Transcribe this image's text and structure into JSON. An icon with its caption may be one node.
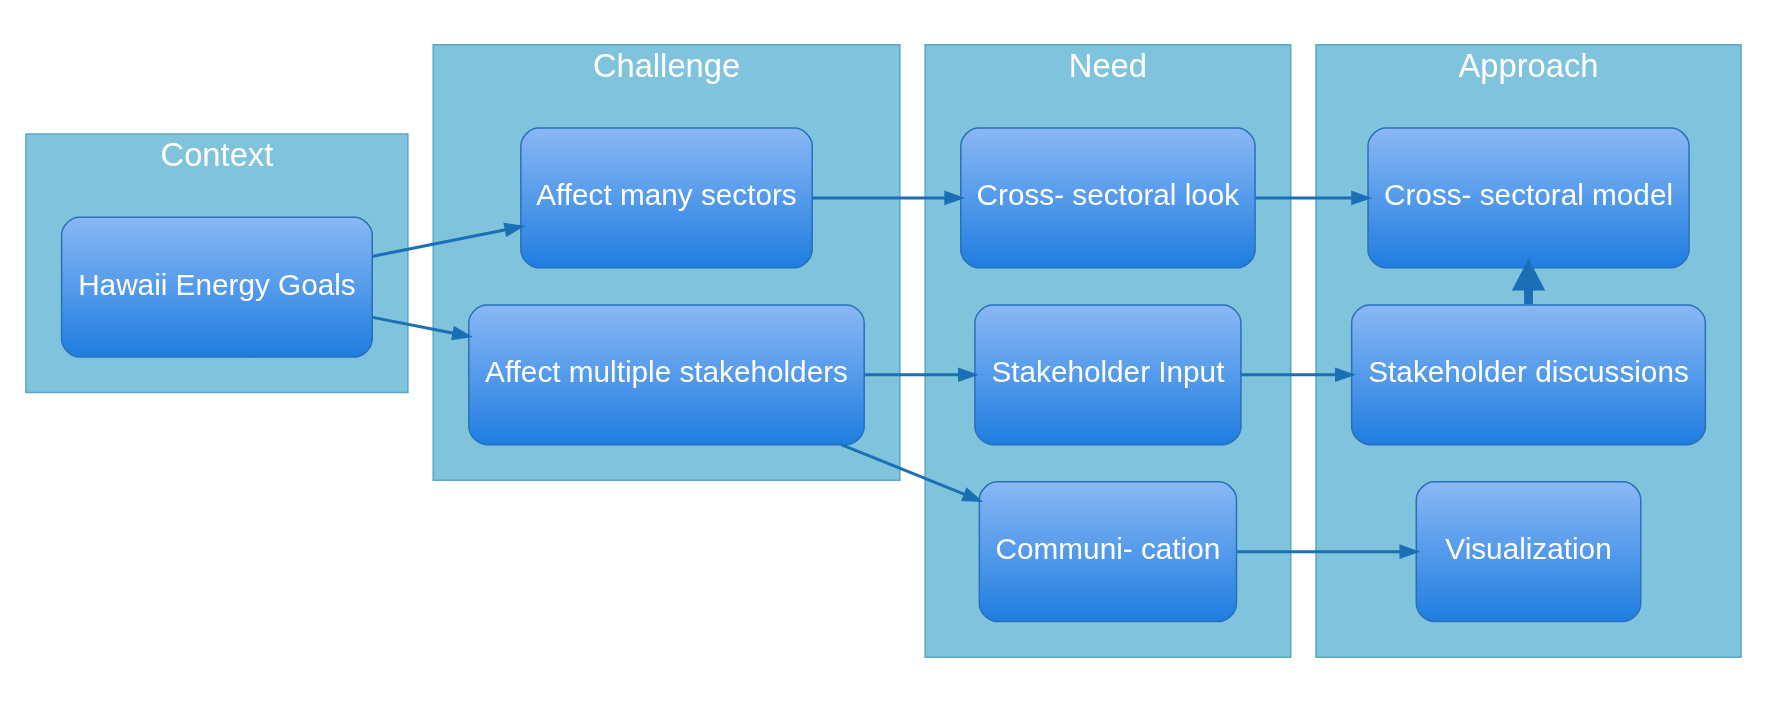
{
  "diagram": {
    "nodes": [
      {
        "text": [
          "Context"
        ]
      },
      {
        "text": [
          "Hawaii Energy Goals"
        ],
        "in": 0
      },
      {
        "text": [
          "Challenge"
        ]
      },
      {
        "text": [
          "Affect many sectors"
        ],
        "in": 2
      },
      {
        "text": [
          "Affect multiple stakeholders"
        ],
        "in": 2
      },
      {
        "text": [
          "Need"
        ]
      },
      {
        "text": [
          "Cross- sectoral look"
        ],
        "in": 5
      },
      {
        "text": [
          "Stakeholder Input"
        ],
        "in": 5
      },
      {
        "text": [
          "Communi- cation"
        ],
        "in": 5
      },
      {
        "text": [
          "Approach"
        ]
      },
      {
        "text": [
          "Cross- sectoral model"
        ],
        "in": 9
      },
      {
        "text": [
          "Stakeholder discussions"
        ],
        "in": 9
      },
      {
        "text": [
          "Visualization"
        ],
        "in": 9
      }
    ],
    "edges": [
      {
        "from": 1,
        "to": 3,
        "arrow": "to"
      },
      {
        "from": 1,
        "to": 4,
        "arrow": "to"
      },
      {
        "from": 3,
        "to": 6,
        "arrow": "to"
      },
      {
        "from": 4,
        "to": 7,
        "arrow": "to"
      },
      {
        "from": 4,
        "to": 8,
        "arrow": "to"
      },
      {
        "from": 6,
        "to": 10,
        "arrow": "to"
      },
      {
        "from": 7,
        "to": 11,
        "arrow": "to"
      },
      {
        "from": 8,
        "to": 12,
        "arrow": "to"
      },
      {
        "from": 11,
        "to": 10,
        "arrow": "to",
        "style": "thick"
      }
    ]
  }
}
